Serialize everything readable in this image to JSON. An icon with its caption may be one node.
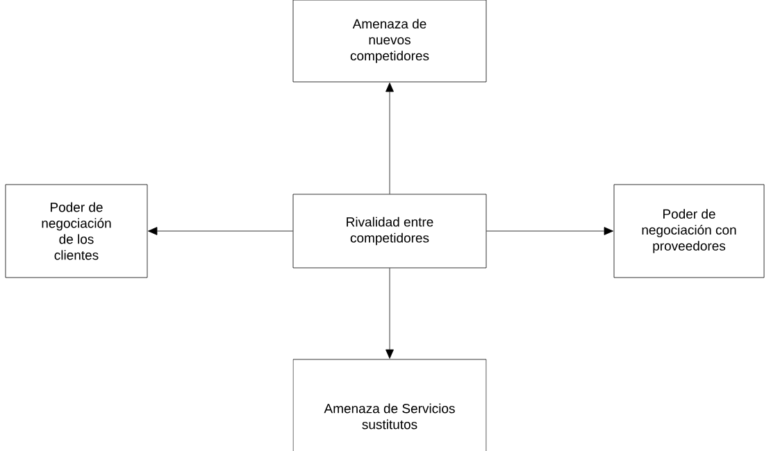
{
  "diagram": {
    "nodes": [
      {
        "text": [
          "Amenaza de nuevos competidores"
        ]
      },
      {
        "text": [
          "Poder de negociación de los clientes"
        ]
      },
      {
        "text": [
          "Rivalidad entre competidores"
        ]
      },
      {
        "text": [
          "Poder de negociación con proveedores"
        ]
      },
      {
        "text": [
          "Amenaza de Servicios sustitutos"
        ]
      }
    ],
    "edges": [
      {
        "from": 2,
        "to": 0,
        "arrow": "to"
      },
      {
        "from": 2,
        "to": 1,
        "arrow": "to"
      },
      {
        "from": 2,
        "to": 3,
        "arrow": "to"
      },
      {
        "from": 2,
        "to": 4,
        "arrow": "to"
      }
    ]
  }
}
